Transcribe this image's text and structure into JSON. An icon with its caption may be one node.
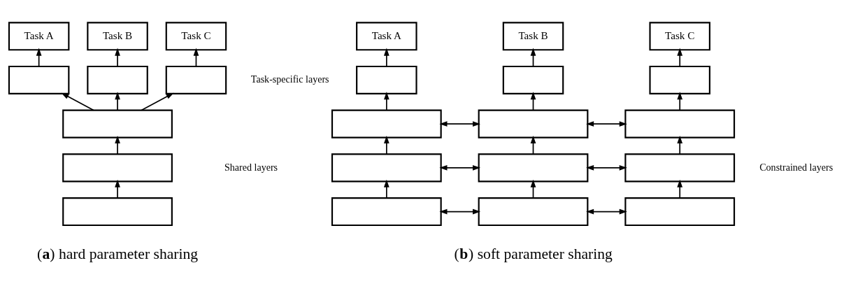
{
  "diagram": {
    "nodes": [
      {
        "text": [
          "Task A"
        ]
      },
      {
        "text": [
          "Task B"
        ]
      },
      {
        "text": [
          "Task C"
        ]
      },
      {
        "text": [],
        "shape": "box"
      },
      {
        "text": [],
        "shape": "box"
      },
      {
        "text": [],
        "shape": "box"
      },
      {
        "text": [],
        "shape": "box"
      },
      {
        "text": [],
        "shape": "box"
      },
      {
        "text": [],
        "shape": "box"
      },
      {
        "text": [
          "Task A"
        ]
      },
      {
        "text": [
          "Task B"
        ]
      },
      {
        "text": [
          "Task C"
        ]
      },
      {
        "text": [],
        "shape": "box"
      },
      {
        "text": [],
        "shape": "box"
      },
      {
        "text": [],
        "shape": "box"
      },
      {
        "text": [],
        "shape": "box"
      },
      {
        "text": [],
        "shape": "box"
      },
      {
        "text": [],
        "shape": "box"
      },
      {
        "text": [],
        "shape": "box"
      },
      {
        "text": [],
        "shape": "box"
      },
      {
        "text": [],
        "shape": "box"
      },
      {
        "text": [],
        "shape": "box"
      },
      {
        "text": [],
        "shape": "box"
      },
      {
        "text": [],
        "shape": "box"
      }
    ],
    "edges": [
      {
        "from": 3,
        "to": 0,
        "arrow": "to"
      },
      {
        "from": 4,
        "to": 1,
        "arrow": "to"
      },
      {
        "from": 5,
        "to": 2,
        "arrow": "to"
      },
      {
        "from": 6,
        "to": 3,
        "arrow": "to"
      },
      {
        "from": 6,
        "to": 4,
        "arrow": "to"
      },
      {
        "from": 6,
        "to": 5,
        "arrow": "to"
      },
      {
        "from": 7,
        "to": 6,
        "arrow": "to"
      },
      {
        "from": 8,
        "to": 7,
        "arrow": "to"
      },
      {
        "from": 12,
        "to": 9,
        "arrow": "to"
      },
      {
        "from": 13,
        "to": 10,
        "arrow": "to"
      },
      {
        "from": 14,
        "to": 11,
        "arrow": "to"
      },
      {
        "from": 15,
        "to": 12,
        "arrow": "to"
      },
      {
        "from": 16,
        "to": 13,
        "arrow": "to"
      },
      {
        "from": 17,
        "to": 14,
        "arrow": "to"
      },
      {
        "from": 15,
        "to": 16,
        "arrow": "both"
      },
      {
        "from": 16,
        "to": 17,
        "arrow": "both"
      },
      {
        "from": 18,
        "to": 15,
        "arrow": "to"
      },
      {
        "from": 19,
        "to": 16,
        "arrow": "to"
      },
      {
        "from": 20,
        "to": 17,
        "arrow": "to"
      },
      {
        "from": 18,
        "to": 19,
        "arrow": "both"
      },
      {
        "from": 19,
        "to": 20,
        "arrow": "both"
      },
      {
        "from": 21,
        "to": 18,
        "arrow": "to"
      },
      {
        "from": 22,
        "to": 19,
        "arrow": "to"
      },
      {
        "from": 23,
        "to": 20,
        "arrow": "to"
      },
      {
        "from": 21,
        "to": 22,
        "arrow": "both"
      },
      {
        "from": 22,
        "to": 23,
        "arrow": "both"
      }
    ],
    "labels": [
      "Task-specific layers",
      "Shared layers",
      "Constrained layers",
      "(**a**) hard parameter sharing",
      "(**b**) soft parameter sharing"
    ]
  }
}
